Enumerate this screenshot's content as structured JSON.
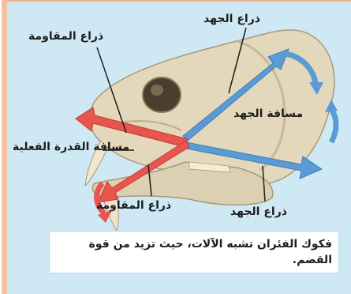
{
  "labels": {
    "effort_arm_top": "ذراع الجهد",
    "resistance_arm_top": "ذراع المقاومة",
    "effort_distance": "مسافة الجهد",
    "actual_force_distance": "مسافة القدرة الفعلية",
    "resistance_arm_bottom": "ذراع المقاومة",
    "effort_arm_bottom": "ذراع الجهد"
  },
  "caption": "فكوك الفئران تشبه الآلات، حيث تزيد من قوة القضم.",
  "colors": {
    "effort_arrow": "#5b9bd5",
    "resistance_arrow": "#e8554f",
    "background": "#cfe9f4",
    "bone": "#ddd0b4"
  },
  "icons": [
    "rat-skull-illustration"
  ]
}
